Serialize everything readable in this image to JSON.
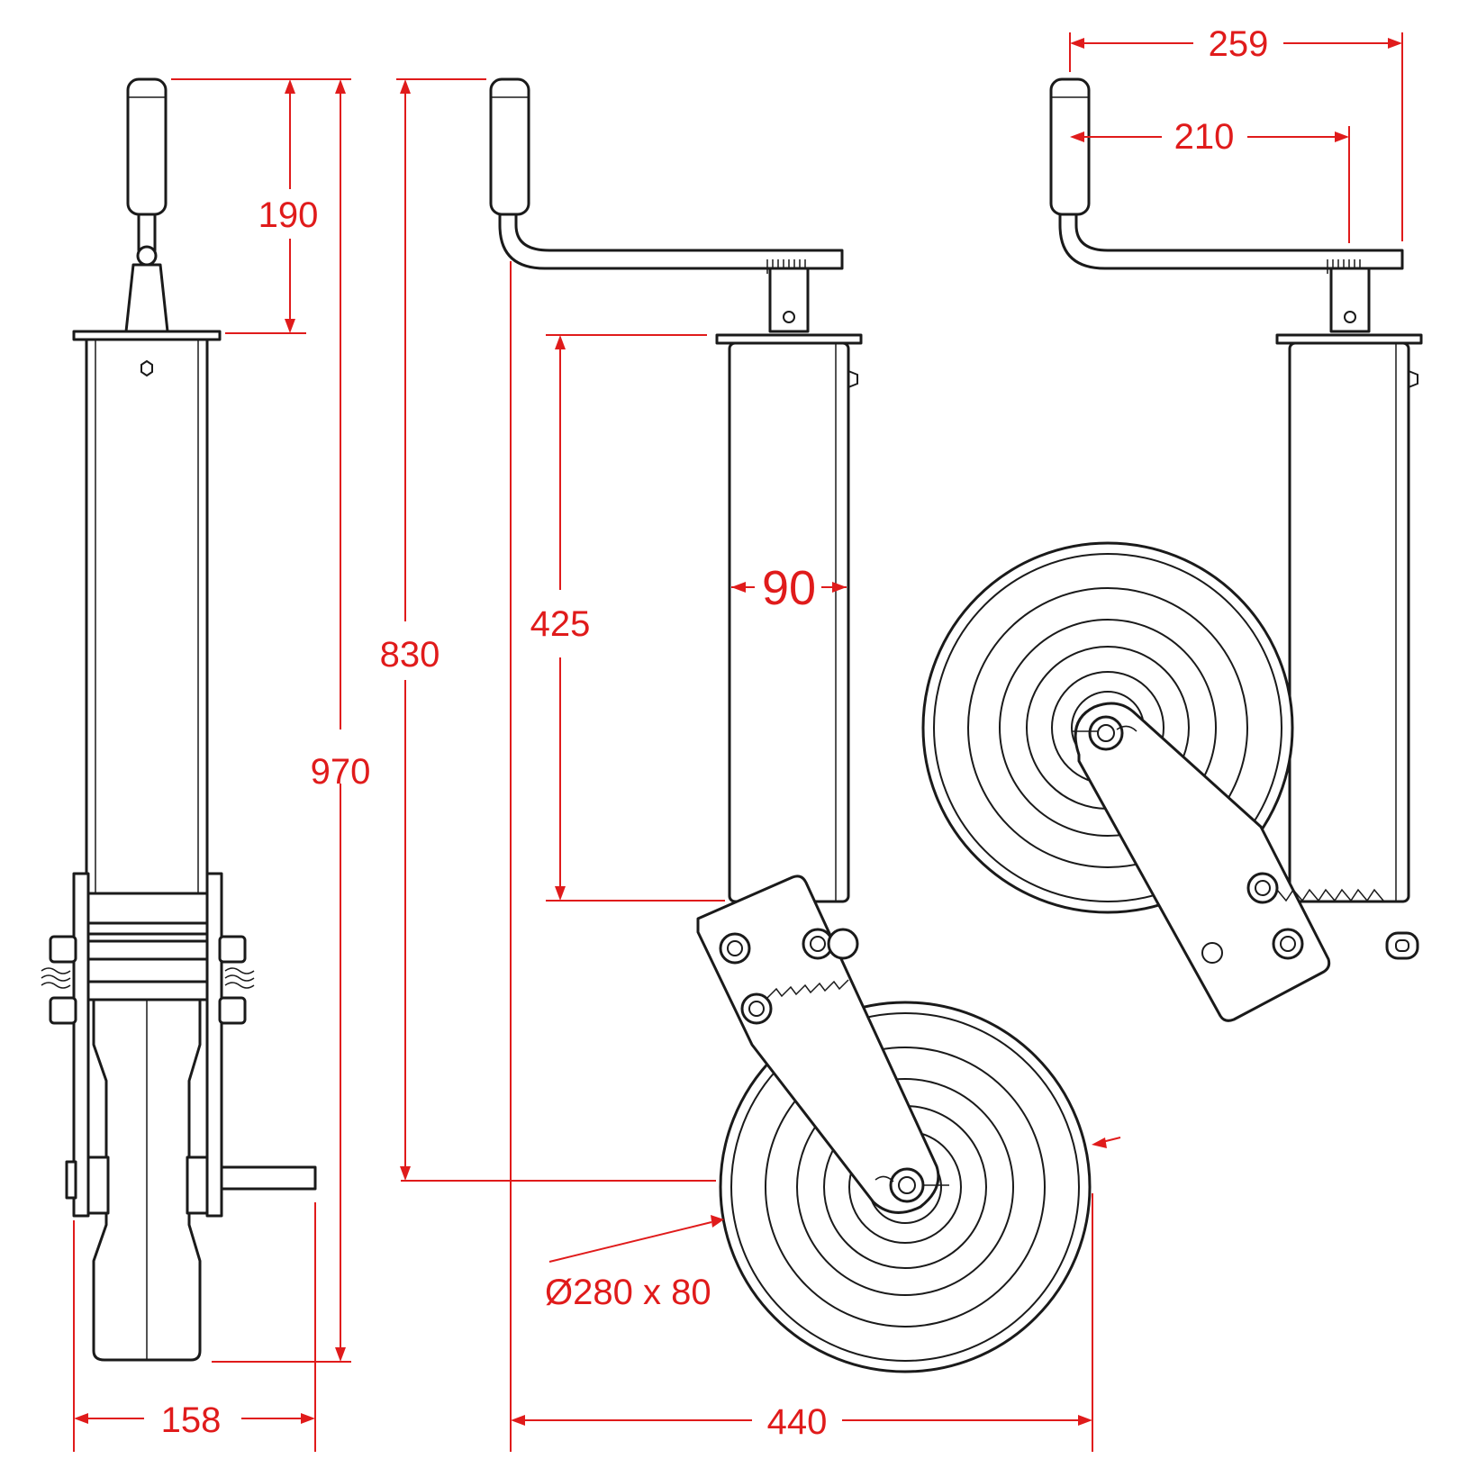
{
  "dimensions": {
    "handle_height": "190",
    "overall_height": "970",
    "extended_height": "830",
    "tube_length": "425",
    "tube_diameter": "90",
    "crank_offset_long": "259",
    "crank_offset_short": "210",
    "base_width": "158",
    "overall_depth": "440",
    "wheel_size": "Ø280 x 80"
  },
  "colors": {
    "dimension": "#e01b1b",
    "outline": "#1a1a1a",
    "background": "#ffffff"
  }
}
